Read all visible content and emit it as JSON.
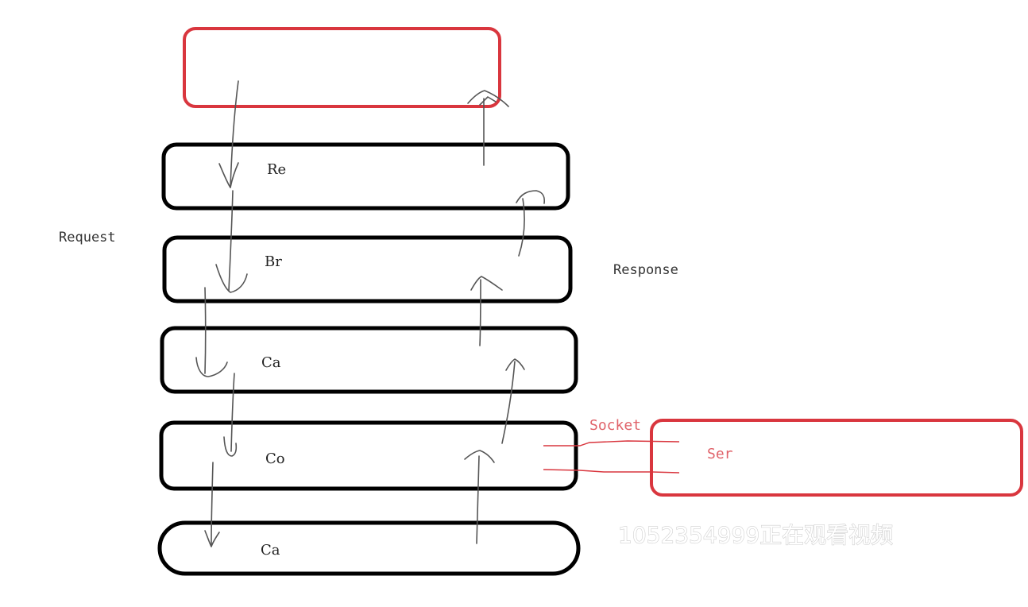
{
  "diagram": {
    "side_labels": {
      "request": "Request",
      "response": "Response"
    },
    "layers": [
      {
        "label": "Re"
      },
      {
        "label": "Br"
      },
      {
        "label": "Ca"
      },
      {
        "label": "Co"
      },
      {
        "label": "Ca"
      }
    ],
    "server": {
      "label": "Ser",
      "connector_label": "Socket"
    },
    "watermark": "1052354999正在观看视频",
    "colors": {
      "layer_border": "#000000",
      "highlight": "#d9363e",
      "arrow": "#555555"
    }
  }
}
